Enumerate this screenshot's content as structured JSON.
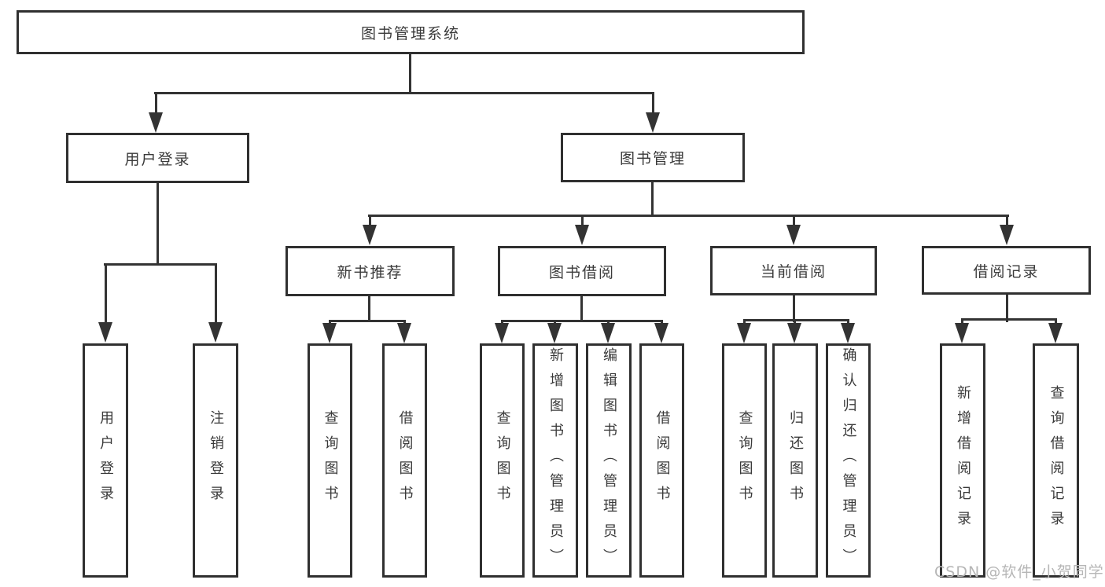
{
  "diagram": {
    "type": "hierarchy",
    "root": {
      "label": "图书管理系统"
    },
    "branches": [
      {
        "label": "用户登录",
        "children": [
          {
            "label": "用户登录"
          },
          {
            "label": "注销登录"
          }
        ]
      },
      {
        "label": "图书管理",
        "children": [
          {
            "label": "新书推荐",
            "children": [
              {
                "label": "查询图书"
              },
              {
                "label": "借阅图书"
              }
            ]
          },
          {
            "label": "图书借阅",
            "children": [
              {
                "label": "查询图书"
              },
              {
                "label": "新增图书（管理员）"
              },
              {
                "label": "编辑图书（管理员）"
              },
              {
                "label": "借阅图书"
              }
            ]
          },
          {
            "label": "当前借阅",
            "children": [
              {
                "label": "查询图书"
              },
              {
                "label": "归还图书"
              },
              {
                "label": "确认归还（管理员）"
              }
            ]
          },
          {
            "label": "借阅记录",
            "children": [
              {
                "label": "新增借阅记录"
              },
              {
                "label": "查询借阅记录"
              }
            ]
          }
        ]
      }
    ]
  },
  "watermark": {
    "text": "CSDN @软件_小贺同学"
  },
  "colors": {
    "line": "#333333",
    "node_border": "#303030",
    "node_text": "#3a3a3a",
    "watermark": "#b6b6b6",
    "background": "#ffffff"
  }
}
